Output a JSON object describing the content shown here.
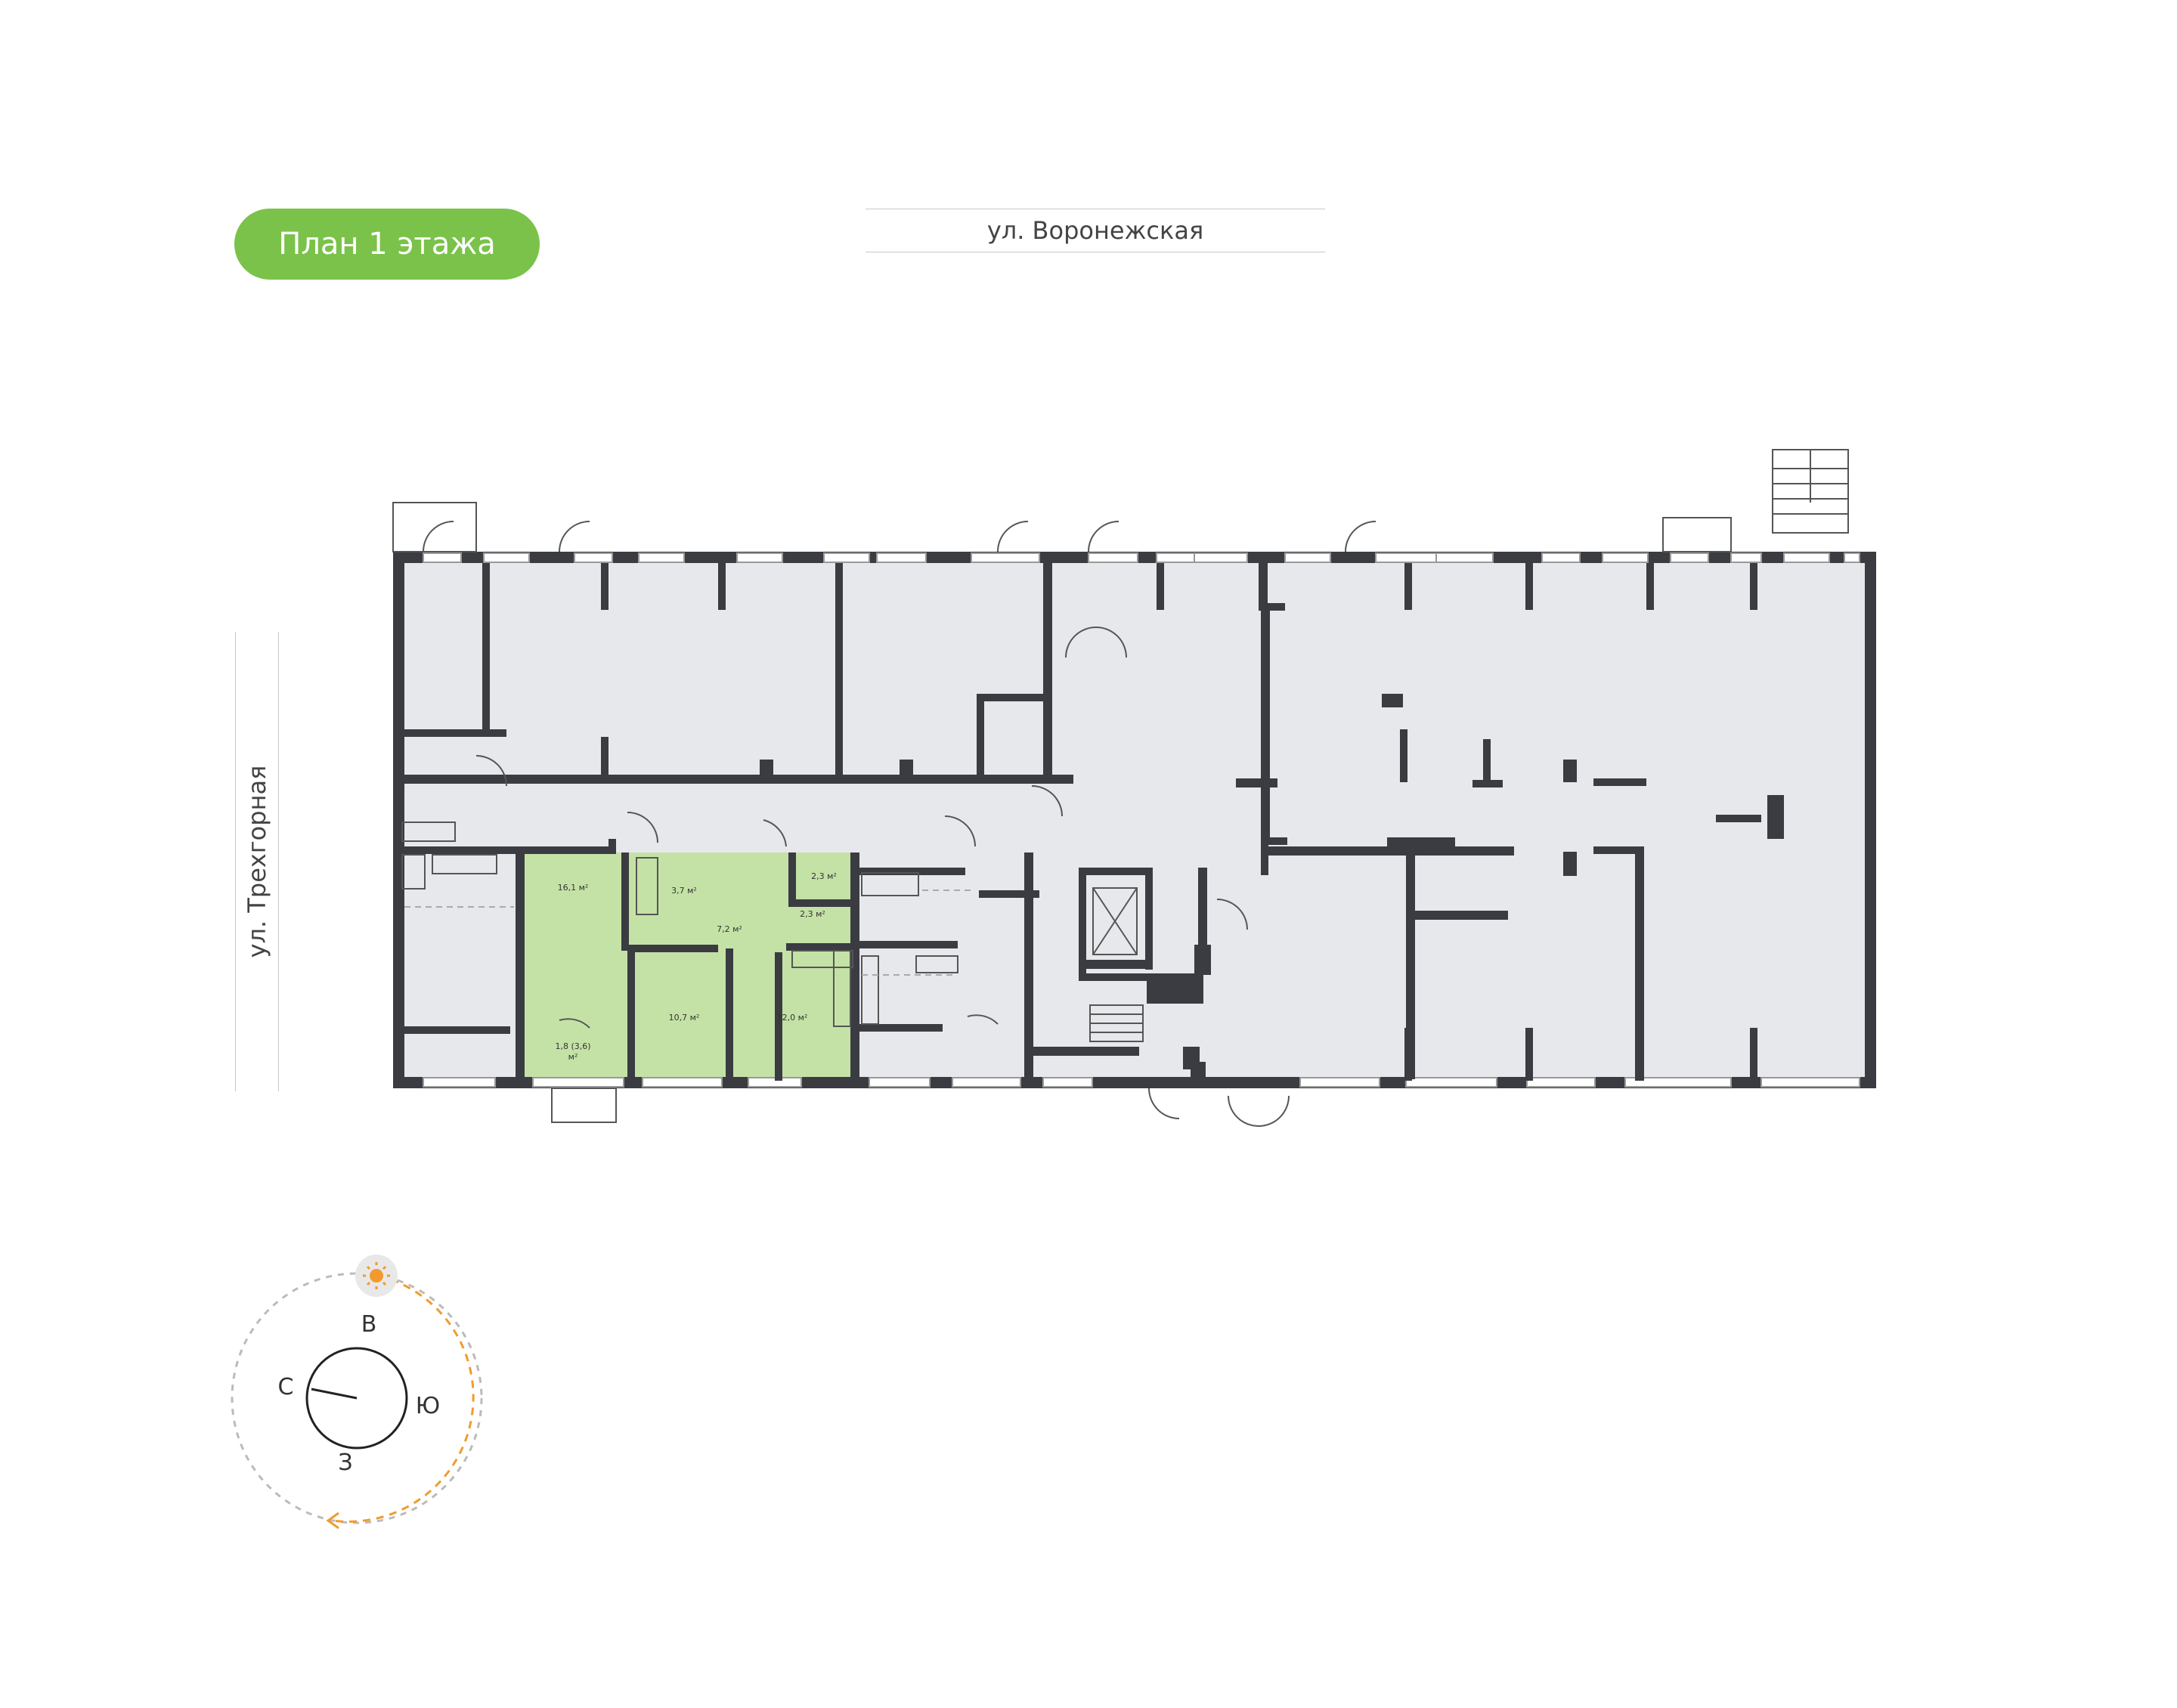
{
  "floor_title": "План 1 этажа",
  "streets": {
    "north": "ул. Воронежская",
    "west": "ул. Трехгорная"
  },
  "apartment": {
    "highlight_color": "#c4e2a6",
    "rooms": [
      {
        "id": "room-16-1",
        "label": "16,1 м²"
      },
      {
        "id": "room-3-7",
        "label": "3,7 м²"
      },
      {
        "id": "room-2-3a",
        "label": "2,3 м²"
      },
      {
        "id": "room-7-2",
        "label": "7,2 м²"
      },
      {
        "id": "room-2-3b",
        "label": "2,3 м²"
      },
      {
        "id": "room-10-7",
        "label": "10,7 м²"
      },
      {
        "id": "room-12-0",
        "label": "12,0 м²"
      },
      {
        "id": "room-balcony-1",
        "label": "1,8 (3,6)"
      },
      {
        "id": "room-balcony-2",
        "label": "м²"
      }
    ]
  },
  "compass": {
    "labels": {
      "north": "С",
      "east": "В",
      "south": "Ю",
      "west": "З"
    },
    "sun_color": "#f29a2e",
    "orbit_color": "#f29a2e"
  },
  "colors": {
    "badge": "#7bc24a",
    "walls": "#3a3c41",
    "rooms": "#e7e8ec"
  }
}
